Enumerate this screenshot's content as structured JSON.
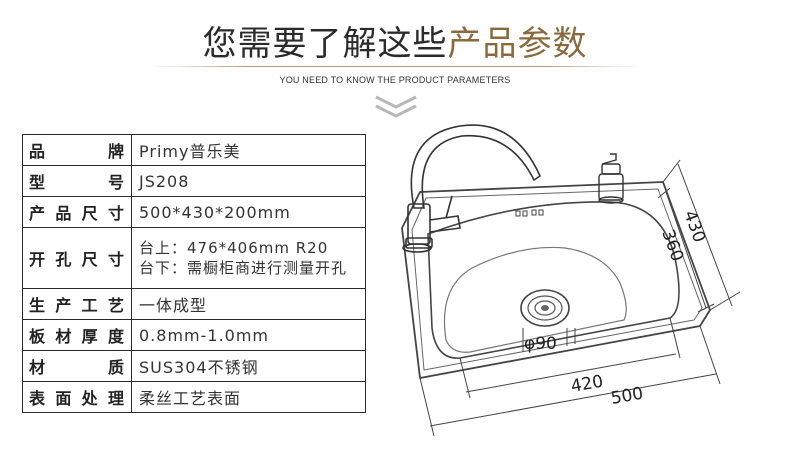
{
  "header": {
    "title_part1": "您需要了解这些",
    "title_part2": "产品参数",
    "subtitle": "YOU NEED TO KNOW THE PRODUCT PARAMETERS"
  },
  "specs": [
    {
      "label": "品 牌",
      "value": "Primy普乐美"
    },
    {
      "label": "型 号",
      "value": "JS208"
    },
    {
      "label": "产品尺寸",
      "value": "500*430*200mm"
    },
    {
      "label": "开孔尺寸",
      "value_line1": "台上：476*406mm R20",
      "value_line2": "台下：需橱柜商进行测量开孔"
    },
    {
      "label": "生产工艺",
      "value": "一体成型"
    },
    {
      "label": "板材厚度",
      "value": "0.8mm-1.0mm"
    },
    {
      "label": "材 质",
      "value": "SUS304不锈钢"
    },
    {
      "label": "表面处理",
      "value": "柔丝工艺表面"
    }
  ],
  "dimensions": {
    "depth_outer": "430",
    "depth_inner": "360",
    "width_inner": "420",
    "width_outer": "500",
    "drain": "φ90"
  },
  "colors": {
    "accent_gold": "#8a6a3c",
    "chevron": "#b7b7b7"
  },
  "icons": [
    "double-chevron-down-icon"
  ]
}
